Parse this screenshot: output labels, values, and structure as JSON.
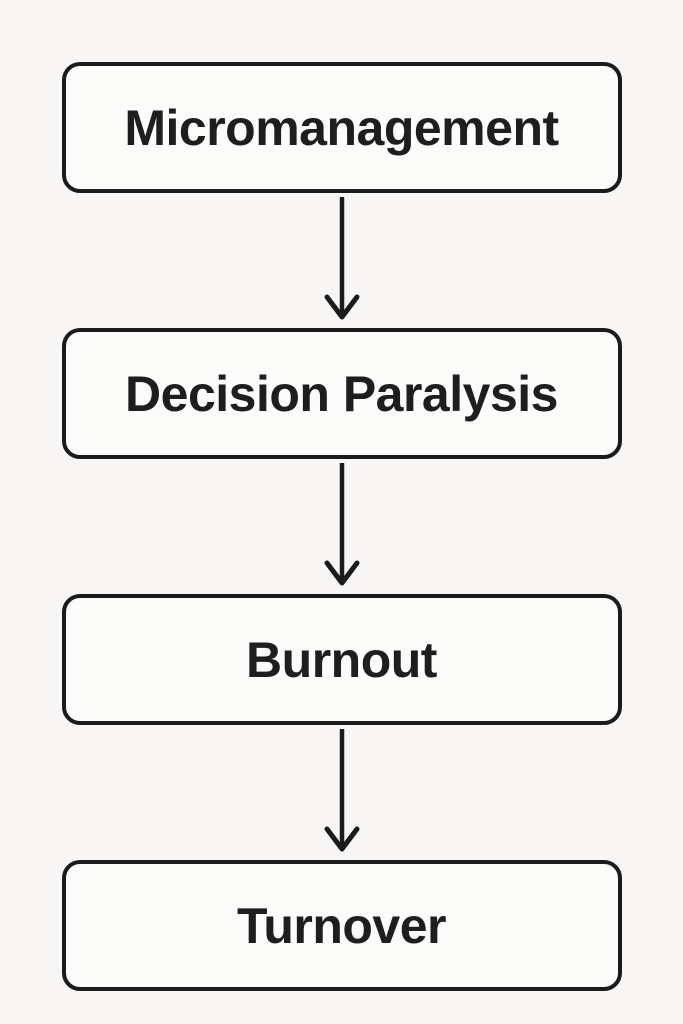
{
  "page": {
    "background_color": "#f7f6f4"
  },
  "flowchart": {
    "type": "vertical-flow",
    "nodes": [
      {
        "label": "Micromanagement"
      },
      {
        "label": "Decision Paralysis"
      },
      {
        "label": "Burnout"
      },
      {
        "label": "Turnover"
      }
    ],
    "connectors": [
      {
        "from": "Micromanagement",
        "to": "Decision Paralysis",
        "style": "down-arrow"
      },
      {
        "from": "Decision Paralysis",
        "to": "Burnout",
        "style": "down-arrow"
      },
      {
        "from": "Burnout",
        "to": "Turnover",
        "style": "down-arrow"
      }
    ],
    "colors": {
      "node_fill": "#fbfbfa",
      "node_border": "#1b1b1b",
      "text": "#1e1e1e",
      "arrow": "#1b1b1b"
    }
  }
}
